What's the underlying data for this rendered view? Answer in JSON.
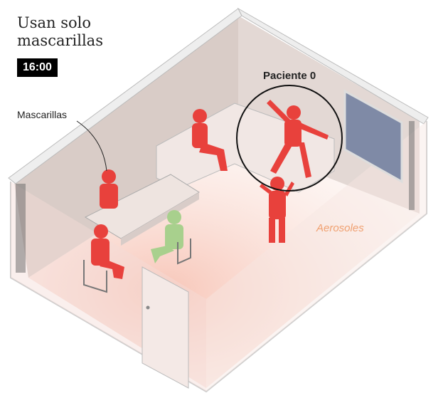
{
  "header": {
    "title": "Usan solo mascarillas",
    "time": "16:00"
  },
  "labels": {
    "patient_zero": "Paciente 0",
    "masks": "Mascarillas",
    "aerosols": "Aerosoles"
  },
  "colors": {
    "infected": "#e8413c",
    "healthy": "#a8d08d",
    "aerosol": "#f0a070",
    "wall": "#dcd0cc"
  }
}
